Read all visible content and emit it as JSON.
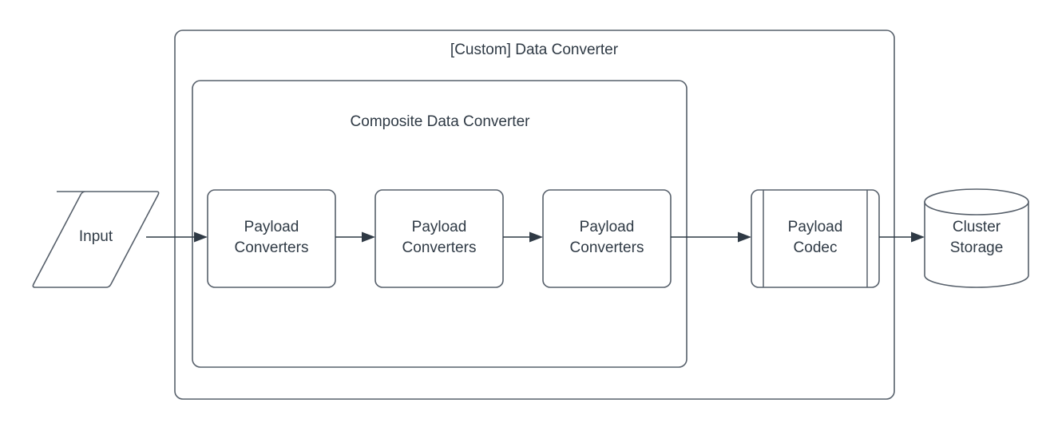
{
  "diagram": {
    "type": "flowchart",
    "background_color": "#ffffff",
    "stroke_color": "#57606b",
    "text_color": "#2f3a45",
    "containers": [
      {
        "id": "custom-data-converter",
        "label": "[Custom] Data Converter",
        "shape": "rounded-rectangle"
      },
      {
        "id": "composite-data-converter",
        "label": "Composite Data Converter",
        "shape": "rounded-rectangle"
      }
    ],
    "nodes": [
      {
        "id": "input",
        "label": "Input",
        "shape": "parallelogram"
      },
      {
        "id": "payload-converters-1",
        "label_line1": "Payload",
        "label_line2": "Converters",
        "shape": "rounded-rectangle"
      },
      {
        "id": "payload-converters-2",
        "label_line1": "Payload",
        "label_line2": "Converters",
        "shape": "rounded-rectangle"
      },
      {
        "id": "payload-converters-3",
        "label_line1": "Payload",
        "label_line2": "Converters",
        "shape": "rounded-rectangle"
      },
      {
        "id": "payload-codec",
        "label_line1": "Payload",
        "label_line2": "Codec",
        "shape": "predefined-process"
      },
      {
        "id": "cluster-storage",
        "label_line1": "Cluster",
        "label_line2": "Storage",
        "shape": "cylinder"
      }
    ],
    "edges": [
      {
        "id": "edge-input-to-pc1",
        "from": "input",
        "to": "payload-converters-1",
        "arrow": "filled-triangle"
      },
      {
        "id": "edge-pc1-to-pc2",
        "from": "payload-converters-1",
        "to": "payload-converters-2",
        "arrow": "filled-triangle"
      },
      {
        "id": "edge-pc2-to-pc3",
        "from": "payload-converters-2",
        "to": "payload-converters-3",
        "arrow": "filled-triangle"
      },
      {
        "id": "edge-pc3-to-codec",
        "from": "payload-converters-3",
        "to": "payload-codec",
        "arrow": "filled-triangle"
      },
      {
        "id": "edge-codec-to-storage",
        "from": "payload-codec",
        "to": "cluster-storage",
        "arrow": "filled-triangle"
      }
    ]
  }
}
